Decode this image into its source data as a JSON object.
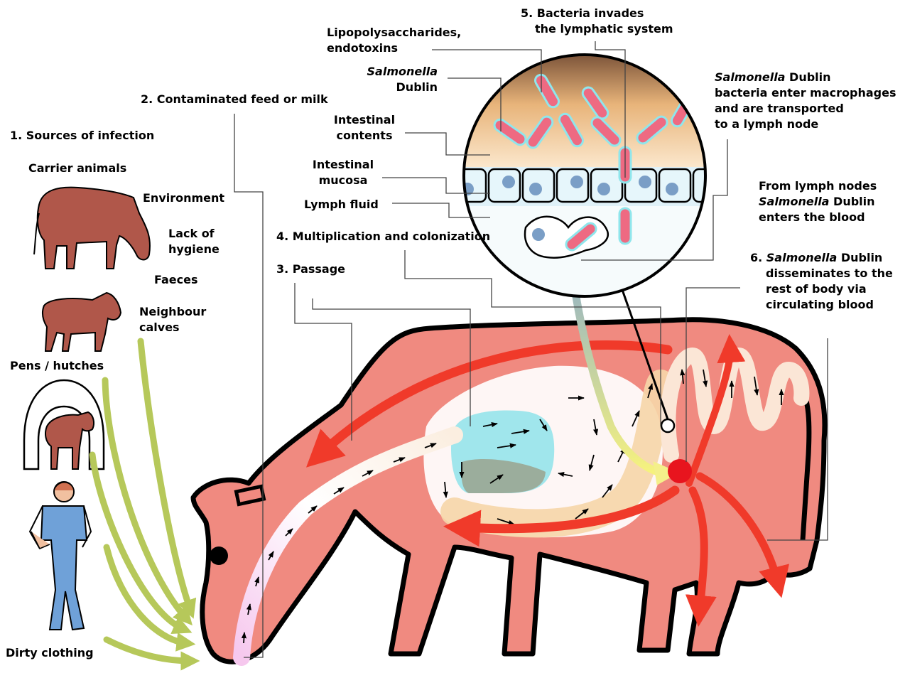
{
  "colors": {
    "cow_body": "#f08a80",
    "cow_outline": "#000000",
    "intestine": "#f6d6a8",
    "stomach": "#8fe3ea",
    "arrow_red": "#f03a2a",
    "arrow_green": "#b6c85a",
    "arrow_yellow": "#f4f08a",
    "lymph_node": "#e8141e",
    "bacteria": "#ee6a82",
    "cell_nucleus": "#7a9ec6",
    "adult_cow": "#b0574a",
    "farmer_overalls": "#6fa1d8"
  },
  "labels": {
    "sources": "1. Sources of infection",
    "carrier": "Carrier animals",
    "environment": "Environment",
    "lack_hygiene_1": "Lack of",
    "lack_hygiene_2": "hygiene",
    "faeces": "Faeces",
    "neighbour_1": "Neighbour",
    "neighbour_2": "calves",
    "pens": "Pens / hutches",
    "dirty_clothing": "Dirty clothing",
    "feed": "2. Contaminated feed or milk",
    "passage": "3. Passage",
    "multiplication": "4. Multiplication and colonization",
    "lymph_invade_1": "5. Bacteria invades",
    "lymph_invade_2": "the lymphatic system",
    "lps_1": "Lipopolysaccharides,",
    "lps_2": "endotoxins",
    "salmonella_italic": "Salmonella",
    "dublin": "Dublin",
    "int_contents_1": "Intestinal",
    "int_contents_2": "contents",
    "int_mucosa_1": "Intestinal",
    "int_mucosa_2": "mucosa",
    "lymph_fluid": "Lymph fluid",
    "macro_1_rest": " Dublin",
    "macro_2": "bacteria enter macrophages",
    "macro_3": "and are transported",
    "macro_4": "to a lymph node",
    "blood_1": "From lymph nodes",
    "blood_2_rest": " Dublin",
    "blood_3": "enters the blood",
    "dissem_1_pre": "6. ",
    "dissem_1_rest": " Dublin",
    "dissem_2": "disseminates to the",
    "dissem_3": "rest of body via",
    "dissem_4": "circulating blood"
  }
}
